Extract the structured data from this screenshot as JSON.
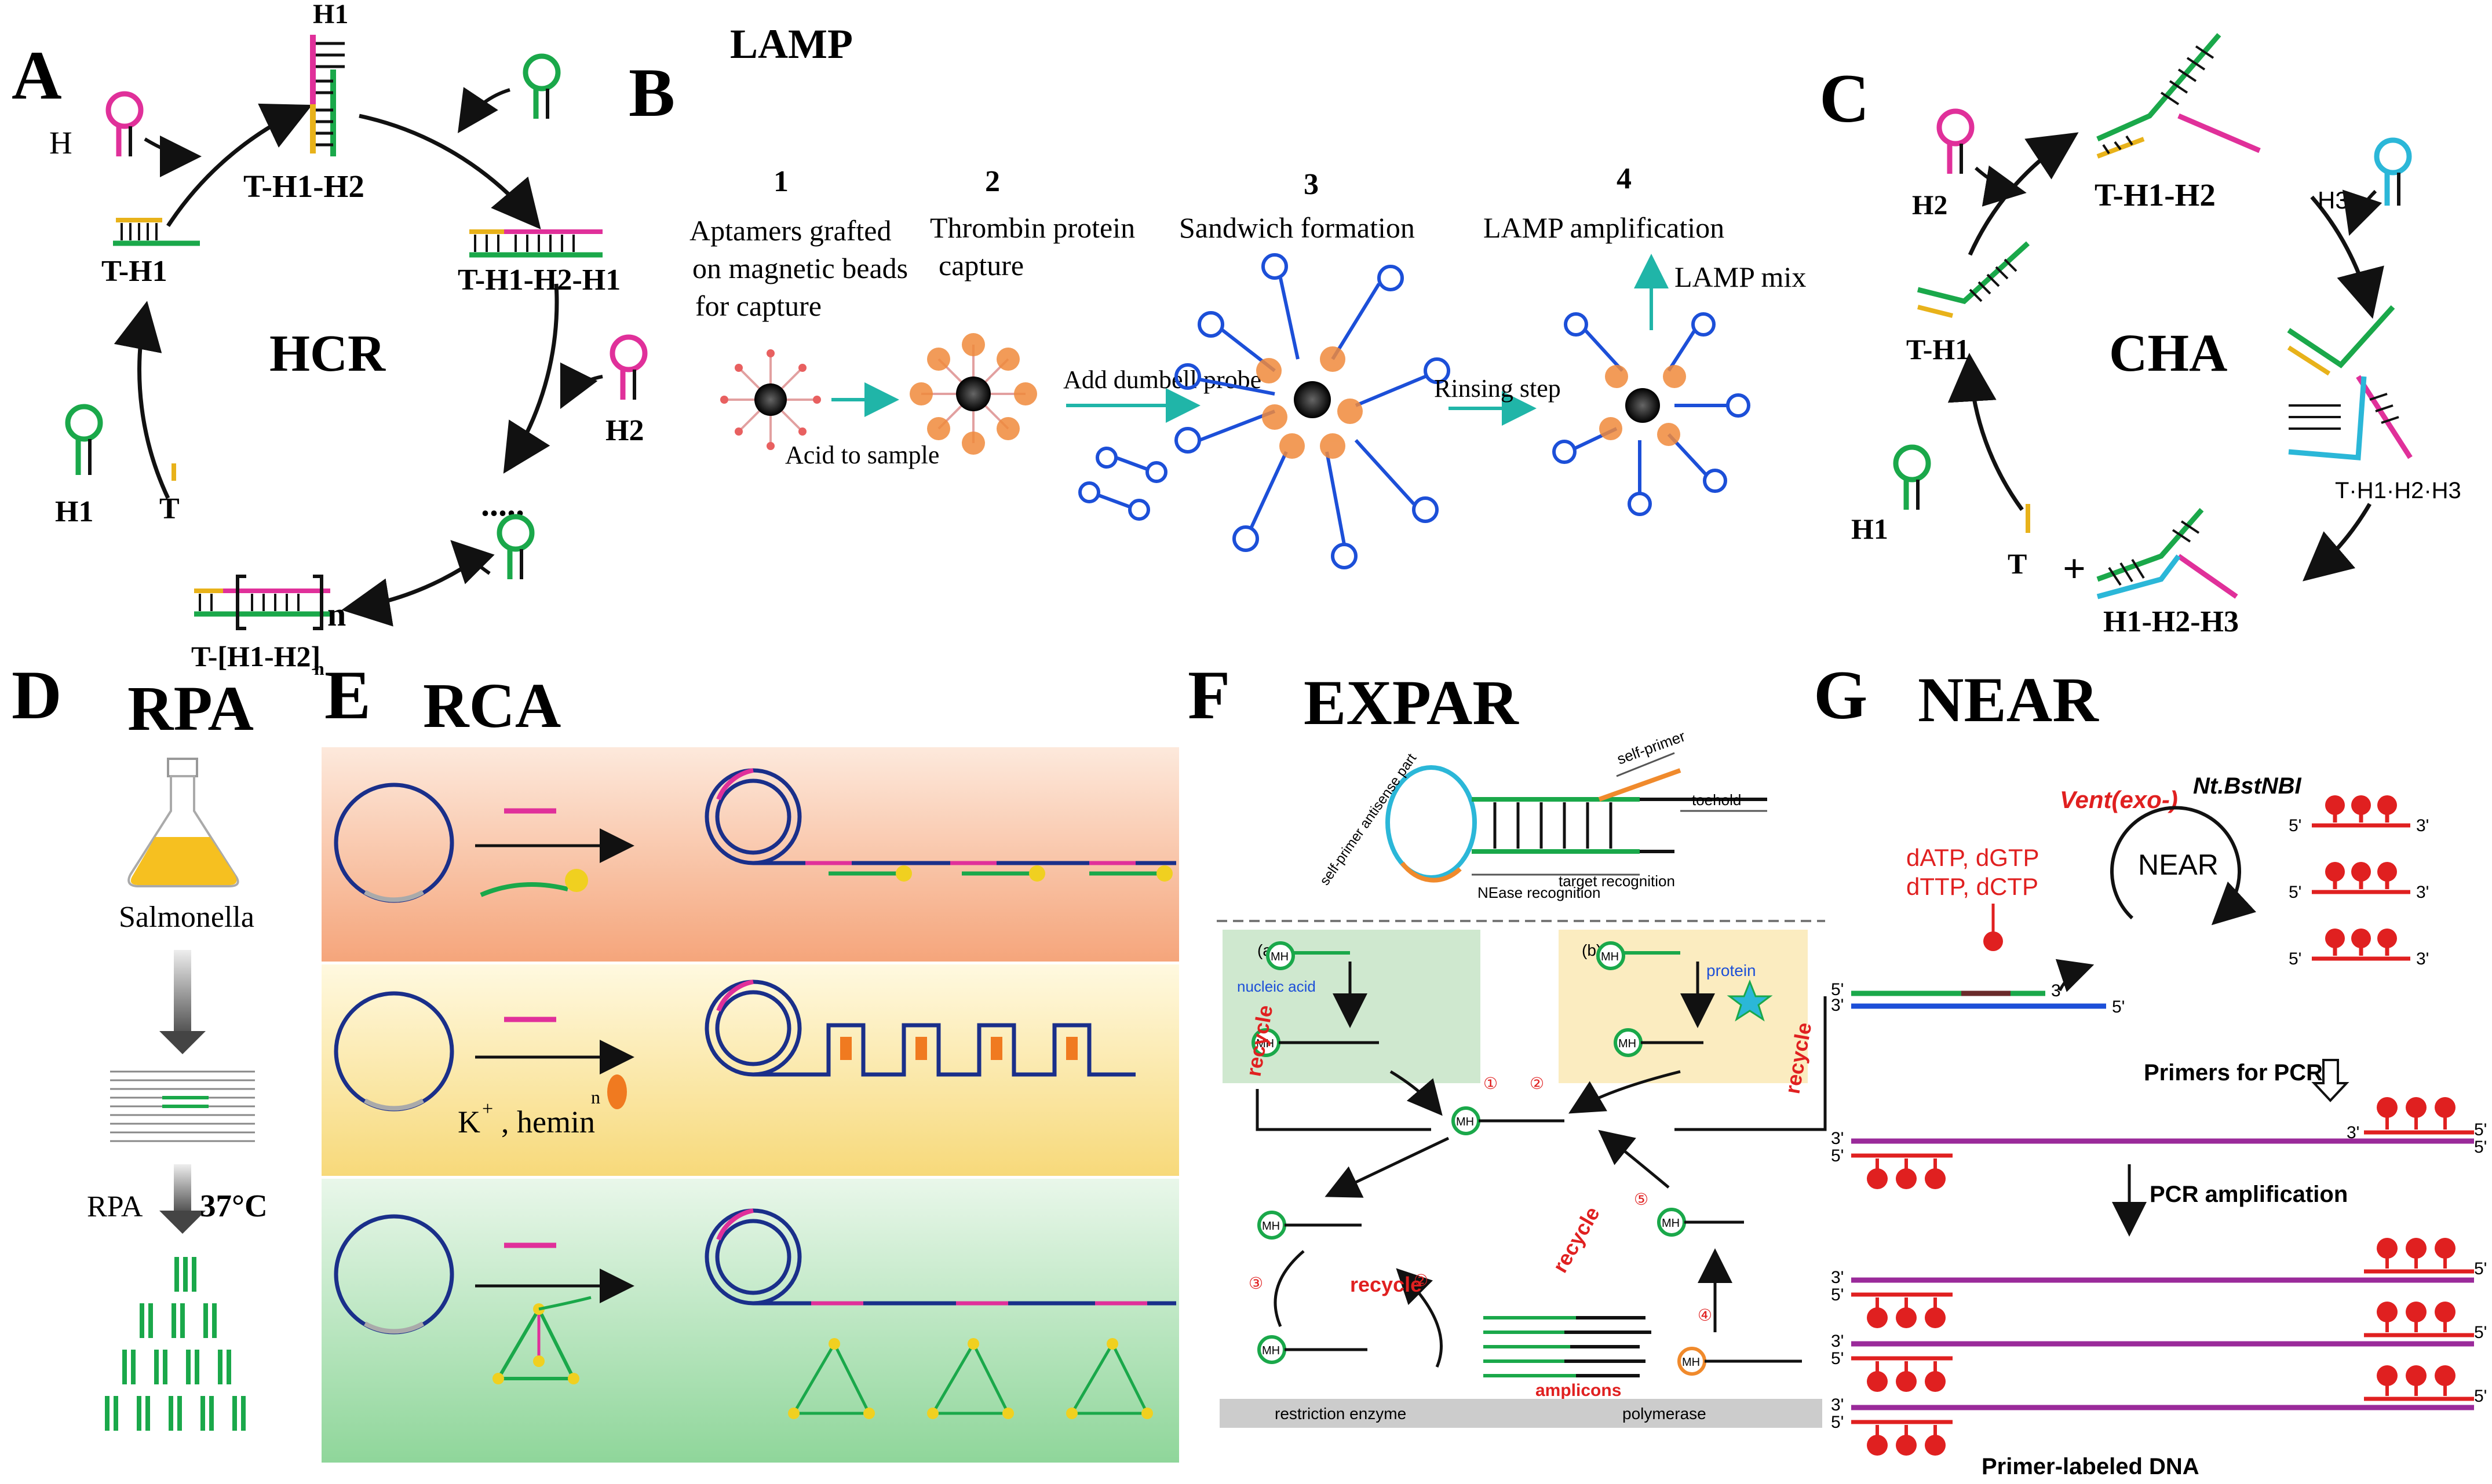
{
  "panels": {
    "A": {
      "letter": "A",
      "title": "HCR",
      "labels": {
        "t_h1": "T-H1",
        "t_h1_h2": "T-H1-H2",
        "t_h1_h2_h1": "T-H1-H2-H1",
        "h1_top": "H1",
        "h2": "H2",
        "h1": "H1",
        "t": "T",
        "h_left": "H",
        "n": "n",
        "product": "T-[H1-H2]",
        "product_sub": "n"
      }
    },
    "B": {
      "letter": "B",
      "title": "LAMP",
      "steps": [
        {
          "num": "1",
          "text": [
            "Aptamers grafted",
            "on magnetic beads",
            "for capture"
          ]
        },
        {
          "num": "2",
          "text": [
            "Thrombin protein",
            "capture"
          ]
        },
        {
          "num": "3",
          "text": [
            "Sandwich formation"
          ]
        },
        {
          "num": "4",
          "text": [
            "LAMP amplification"
          ]
        }
      ],
      "arrows": {
        "acid": "Acid to sample",
        "dumbell": "Add dumbell probe",
        "rinse": "Rinsing step",
        "mix": "LAMP mix"
      }
    },
    "C": {
      "letter": "C",
      "title": "CHA",
      "labels": {
        "h2": "H2",
        "h3": "H3",
        "h1": "H1",
        "t": "T",
        "t_h1": "T-H1",
        "t_h1_h2": "T-H1-H2",
        "t_h1_h2_h3": "T·H1·H2·H3",
        "h1_h2_h3": "H1-H2-H3",
        "plus": "+"
      }
    },
    "D": {
      "letter": "D",
      "title": "RPA",
      "labels": {
        "salmonella": "Salmonella",
        "rpa": "RPA",
        "temp": "37°C"
      }
    },
    "E": {
      "letter": "E",
      "title": "RCA",
      "labels": {
        "k": "K",
        "kplus": "+",
        "hemin": ", hemin",
        "n": "n"
      }
    },
    "F": {
      "letter": "F",
      "title": "EXPAR",
      "labels": {
        "self_primer": "self-primer",
        "toehold": "toehold",
        "target": "target recognition",
        "nease": "NEase recognition",
        "antisense": "self-primer antisense part",
        "a": "(a)",
        "b": "(b)",
        "nucleic": "nucleic acid",
        "protein": "protein",
        "recycle": "recycle",
        "mh": "MH",
        "amplicons": "amplicons",
        "restriction": "restriction enzyme",
        "polymerase": "polymerase",
        "c1": "①",
        "c2": "②",
        "c3": "③",
        "c4": "④",
        "c5": "⑤"
      }
    },
    "G": {
      "letter": "G",
      "title": "NEAR",
      "labels": {
        "dntps1": "dATP, dGTP",
        "dntps2": "dTTP, dCTP",
        "vent": "Vent(exo-)",
        "nt": "Nt.BstNBI",
        "near": "NEAR",
        "primers": "Primers for PCR",
        "pcr": "PCR amplification",
        "labeled": "Primer-labeled DNA",
        "p3": "3'",
        "p5": "5'"
      }
    }
  },
  "colors": {
    "magenta": "#e0309a",
    "green": "#1aa84a",
    "yellow": "#e8b21a",
    "blue": "#1c4fd8",
    "navy": "#1a2f8a",
    "cyan": "#2bb7d8",
    "red": "#e02020",
    "purple": "#9a2a9a",
    "teal": "#2ab39a"
  }
}
